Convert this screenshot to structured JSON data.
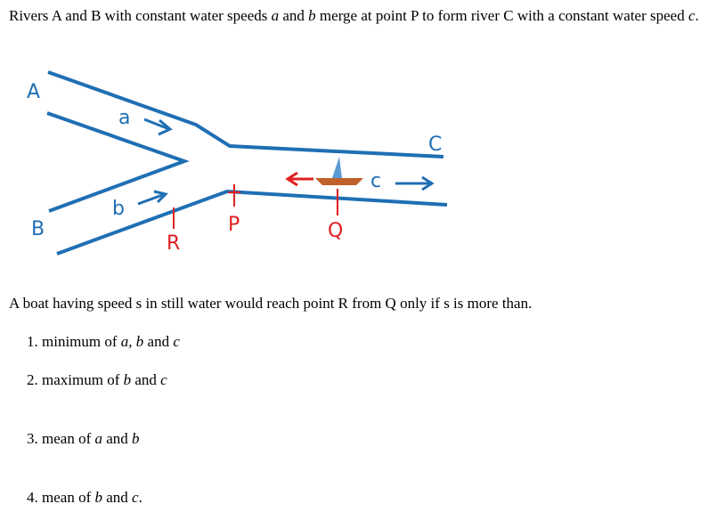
{
  "intro": {
    "part1": "Rivers A and B with constant water speeds ",
    "var_a": "a",
    "part2": " and ",
    "var_b": "b",
    "part3": " merge at point P to form river C with a constant water speed ",
    "var_c": "c",
    "part4": "."
  },
  "diagram": {
    "label_A": "A",
    "label_B": "B",
    "label_C": "C",
    "label_a": "a",
    "label_b": "b",
    "label_c": "c",
    "label_P": "P",
    "label_Q": "Q",
    "label_R": "R",
    "colors": {
      "river": "#1f6fb4",
      "label": "#1f6fb4",
      "point": "#e02020",
      "boat_hull": "#c0602a",
      "boat_sail": "#5b9bd5"
    }
  },
  "question": "A boat having speed s in still water would reach point R from Q only if s is more than.",
  "options": [
    {
      "num": "1. ",
      "pre": "minimum of ",
      "v1": "a,",
      "sep1": " ",
      "v2": "b",
      "sep2": " and ",
      "v3": "c",
      "post": ""
    },
    {
      "num": "2. ",
      "pre": "maximum of ",
      "v1": "b",
      "sep1": " and ",
      "v2": "c",
      "post": ""
    },
    {
      "num": "3. ",
      "pre": "mean of ",
      "v1": "a",
      "sep1": " and ",
      "v2": "b",
      "post": ""
    },
    {
      "num": "4. ",
      "pre": "mean of ",
      "v1": "b",
      "sep1": " and ",
      "v2": "c",
      "post": "."
    }
  ]
}
